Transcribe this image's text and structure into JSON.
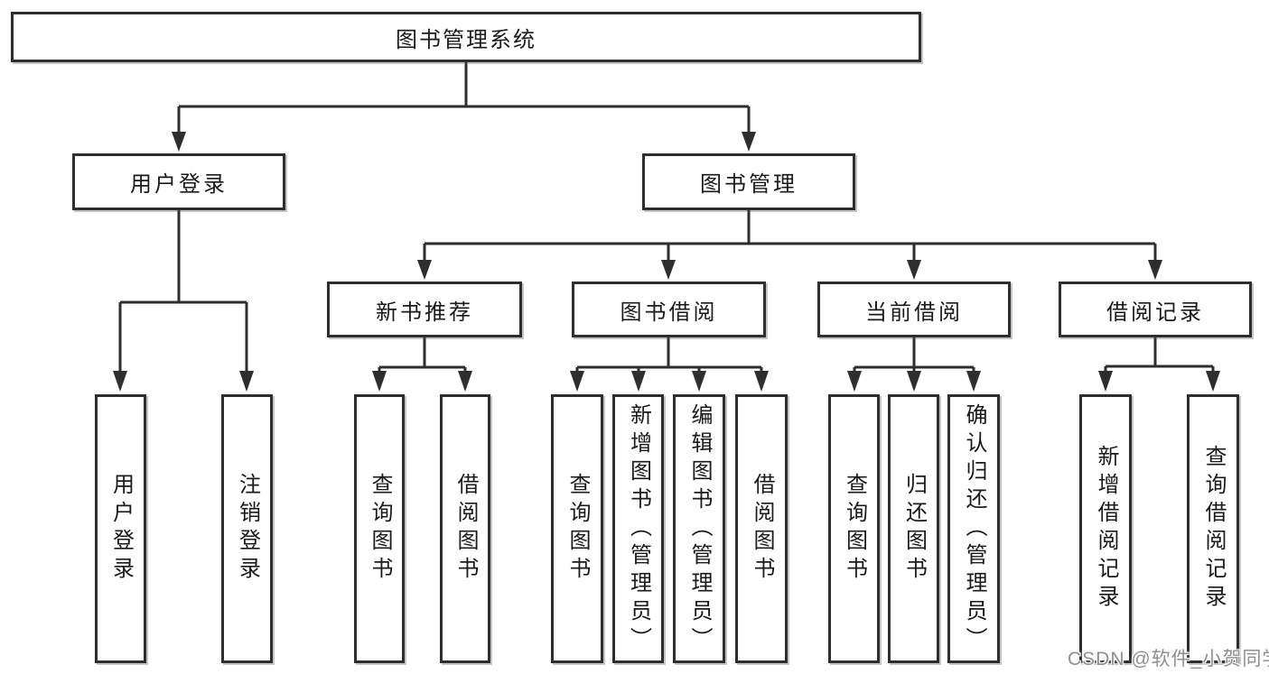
{
  "diagram": {
    "root": {
      "label": "图书管理系统"
    },
    "level2": {
      "user_login": {
        "label": "用户登录"
      },
      "book_management": {
        "label": "图书管理"
      }
    },
    "level3": {
      "new_book_recommend": {
        "label": "新书推荐"
      },
      "book_borrow": {
        "label": "图书借阅"
      },
      "current_borrow": {
        "label": "当前借阅"
      },
      "borrow_records": {
        "label": "借阅记录"
      }
    },
    "leaves": {
      "user_login": [
        "用户登录",
        "注销登录"
      ],
      "new_book_recommend": [
        "查询图书",
        "借阅图书"
      ],
      "book_borrow": [
        "查询图书",
        "新增图书（管理员）",
        "编辑图书（管理员）",
        "借阅图书"
      ],
      "current_borrow": [
        "查询图书",
        "归还图书",
        "确认归还（管理员）"
      ],
      "borrow_records": [
        "新增借阅记录",
        "查询借阅记录"
      ]
    },
    "watermark": "CSDN @软件_小贺同学",
    "colors": {
      "line": "#2e2e2e",
      "border": "#2e2e2e",
      "text": "#1a1a1a",
      "watermark_gray": "#8f8f8f",
      "background": "#ffffff"
    }
  }
}
